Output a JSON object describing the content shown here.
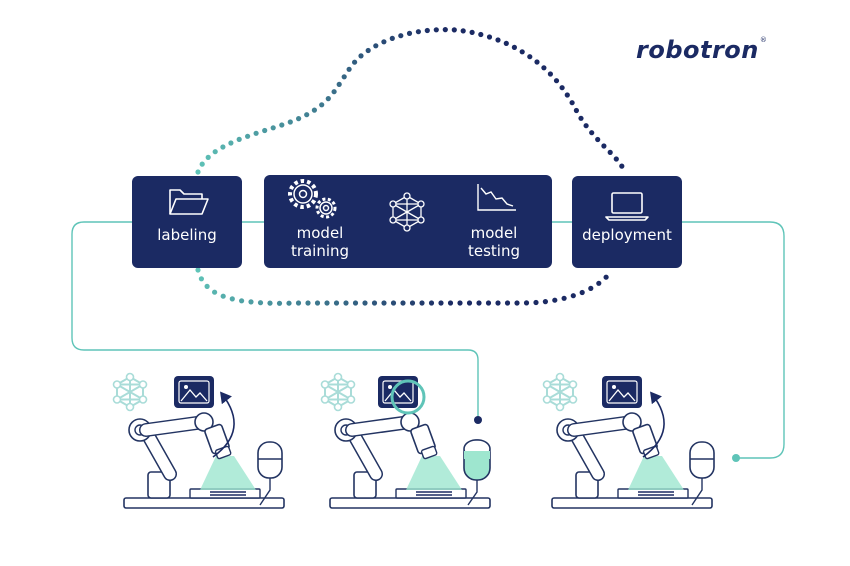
{
  "brand": {
    "name": "robotron",
    "mark": "®"
  },
  "colors": {
    "navy": "#1b2a63",
    "teal": "#5fc4b8",
    "mint": "#9ee6cf",
    "outline": "#233462",
    "white": "#ffffff"
  },
  "pipeline": {
    "labeling": {
      "label": "labeling",
      "icon": "folder-icon"
    },
    "training_testing": {
      "training": {
        "label_line1": "model",
        "label_line2": "training",
        "icon": "gears-icon"
      },
      "network_icon": "neural-network-icon",
      "testing": {
        "label_line1": "model",
        "label_line2": "testing",
        "icon": "declining-graph-icon"
      }
    },
    "deployment": {
      "label": "deployment",
      "icon": "laptop-icon"
    }
  },
  "stations": [
    {
      "id": "left",
      "icons": [
        "neural-network-icon",
        "image-card-icon",
        "robot-arm-icon",
        "sensor-device-icon"
      ]
    },
    {
      "id": "middle",
      "icons": [
        "neural-network-icon",
        "image-card-icon",
        "robot-arm-icon",
        "sensor-device-icon"
      ],
      "highlighted": true
    },
    {
      "id": "right",
      "icons": [
        "neural-network-icon",
        "image-card-icon",
        "robot-arm-icon",
        "sensor-device-icon"
      ]
    }
  ]
}
